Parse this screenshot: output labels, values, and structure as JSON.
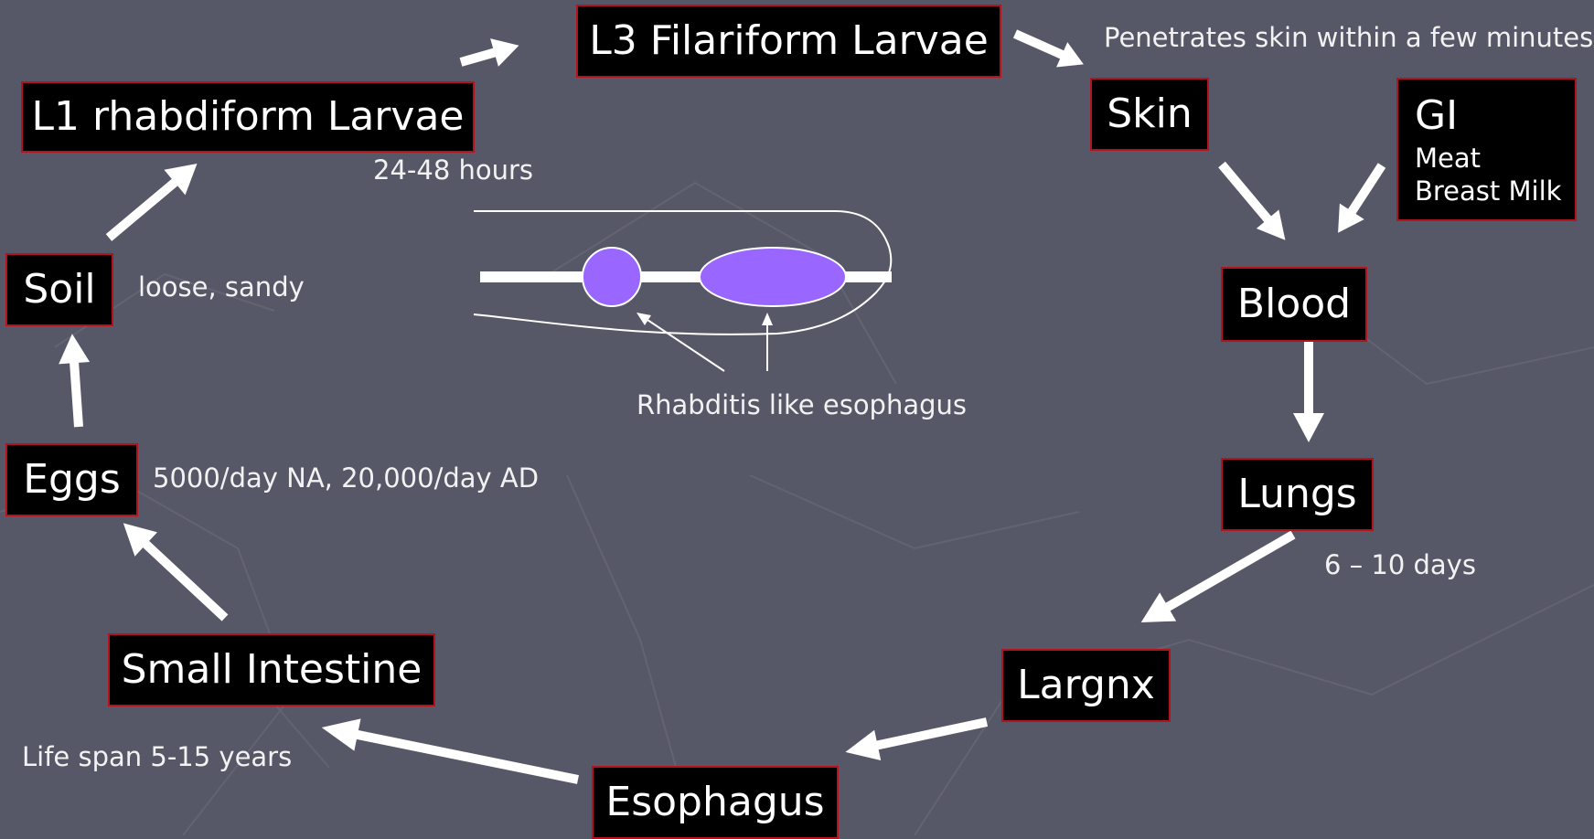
{
  "nodes": {
    "l3": "L3 Filariform Larvae",
    "l1": "L1 rhabdiform Larvae",
    "skin": "Skin",
    "gi": {
      "title": "GI",
      "items": [
        "Meat",
        "Breast Milk"
      ]
    },
    "blood": "Blood",
    "soil": "Soil",
    "lungs": "Lungs",
    "eggs": "Eggs",
    "small_intestine": "Small Intestine",
    "largnx": "Largnx",
    "esophagus": "Esophagus"
  },
  "notes": {
    "skin_penetration": "Penetrates skin within a few minutes",
    "l1_time": "24-48 hours",
    "soil_type": "loose, sandy",
    "eggs_rate": "5000/day NA, 20,000/day AD",
    "lungs_time": "6 – 10 days",
    "life_span": "Life span 5-15 years",
    "esophagus_label": "Rhabditis like esophagus"
  },
  "colors": {
    "background": "#575867",
    "box_fill": "#000000",
    "box_border": "#b5121b",
    "esophagus_bulb": "#9966ff"
  }
}
